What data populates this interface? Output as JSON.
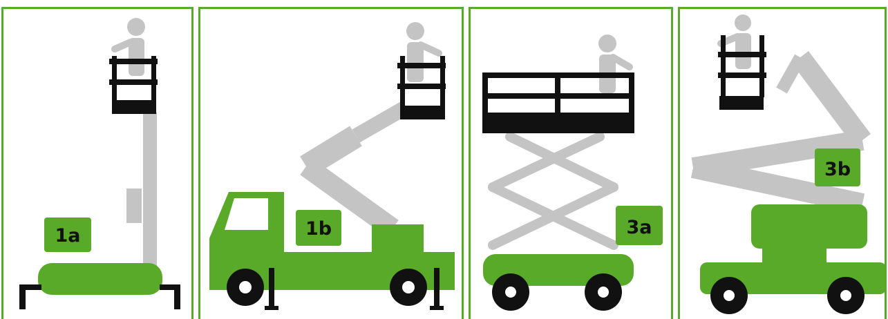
{
  "colors": {
    "frame": "#5aaa2a",
    "body": "#5aaa2a",
    "boom": "#c4c4c4",
    "figure": "#c4c4c4",
    "ink": "#111111"
  },
  "panels": [
    {
      "label": "1a",
      "icon": "vertical-mast-lift-icon"
    },
    {
      "label": "1b",
      "icon": "truck-mounted-boom-lift-icon"
    },
    {
      "label": "3a",
      "icon": "scissor-lift-icon"
    },
    {
      "label": "3b",
      "icon": "articulated-boom-lift-icon"
    }
  ]
}
